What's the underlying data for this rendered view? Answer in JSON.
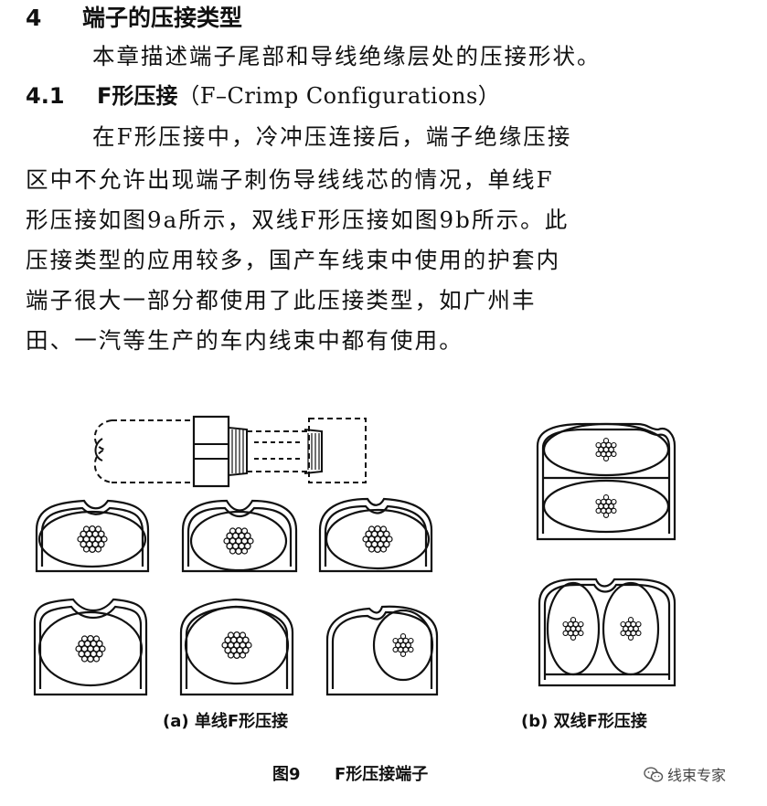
{
  "section": {
    "number": "4",
    "title": "端子的压接类型",
    "intro": "本章描述端子尾部和导线绝缘层处的压接形状。"
  },
  "subsection": {
    "number": "4.1",
    "title": "F形压接",
    "subtitle": "（F–Crimp Configurations）",
    "lines": [
      "在F形压接中，冷冲压连接后，端子绝缘压接",
      "区中不允许出现端子刺伤导线线芯的情况，单线F",
      "形压接如图9a所示，双线F形压接如图9b所示。此",
      "压接类型的应用较多，国产车线束中使用的护套内",
      "端子很大一部分都使用了此压接类型，如广州丰",
      "田、一汽等生产的车内线束中都有使用。"
    ]
  },
  "figure": {
    "caption_a": "(a)  单线F形压接",
    "caption_b": "(b)  双线F形压接",
    "number": "图9",
    "title": "F形压接端子"
  },
  "watermark": {
    "text": "线束专家",
    "icon": "wechat-icon"
  }
}
